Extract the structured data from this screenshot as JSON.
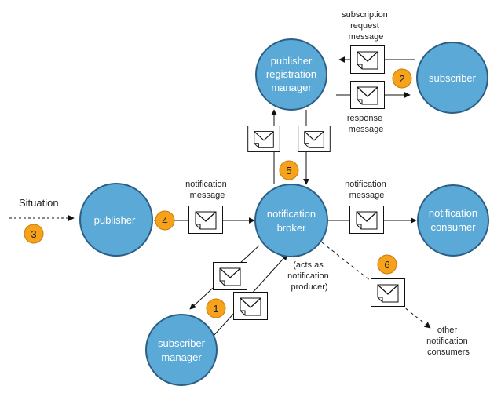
{
  "colors": {
    "node_fill": "#5ba9d6",
    "node_stroke": "#2b5f86",
    "badge_fill": "#f7a21b",
    "badge_stroke": "#c97c08",
    "line": "#111111",
    "text": "#222222"
  },
  "nodes": {
    "publisher_registration_manager": [
      "publisher",
      "registration",
      "manager"
    ],
    "subscriber": [
      "subscriber"
    ],
    "publisher": [
      "publisher"
    ],
    "notification_broker": [
      "notification",
      "broker"
    ],
    "notification_consumer": [
      "notification",
      "consumer"
    ],
    "subscriber_manager": [
      "subscriber",
      "manager"
    ]
  },
  "labels": {
    "subscription_request": [
      "subscription",
      "request",
      "message"
    ],
    "response_message": [
      "response",
      "message"
    ],
    "situation": "Situation",
    "notification_message_left": [
      "notification",
      "message"
    ],
    "notification_message_right": [
      "notification",
      "message"
    ],
    "acts_as": [
      "(acts as",
      "notification",
      "producer)"
    ],
    "other_consumers": [
      "other",
      "notification",
      "consumers"
    ]
  },
  "badges": [
    "1",
    "2",
    "3",
    "4",
    "5",
    "6"
  ],
  "icons": {
    "message": "envelope-icon"
  }
}
